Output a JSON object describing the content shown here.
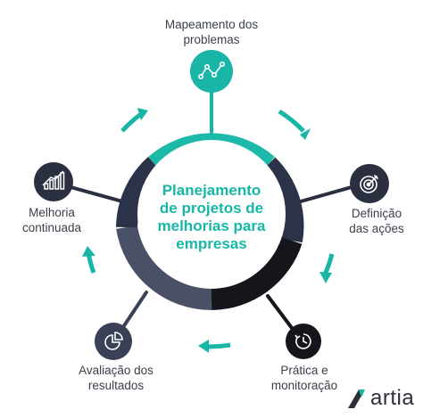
{
  "diagram": {
    "center_title_lines": [
      "Planejamento",
      "de projetos de",
      "melhorias para",
      "empresas"
    ],
    "steps": [
      {
        "label_lines": [
          "Mapeamento dos",
          "problemas"
        ],
        "icon": "line-graph-icon"
      },
      {
        "label_lines": [
          "Definição",
          "das ações"
        ],
        "icon": "target-icon"
      },
      {
        "label_lines": [
          "Prática e",
          "monitoração"
        ],
        "icon": "clock-icon"
      },
      {
        "label_lines": [
          "Avaliação dos",
          "resultados"
        ],
        "icon": "pie-chart-icon"
      },
      {
        "label_lines": [
          "Melhoria",
          "continuada"
        ],
        "icon": "bar-chart-icon"
      }
    ]
  },
  "brand": {
    "name": "artia",
    "logo": "artia-logo-icon"
  },
  "colors": {
    "accent": "#19b5a6",
    "dark": "#2b3040",
    "ring_teal": "#1cb8a8",
    "ring_black": "#14161c",
    "ring_navy": "#2c3247",
    "ring_slate": "#4a5066",
    "text": "#3a3f4b"
  }
}
